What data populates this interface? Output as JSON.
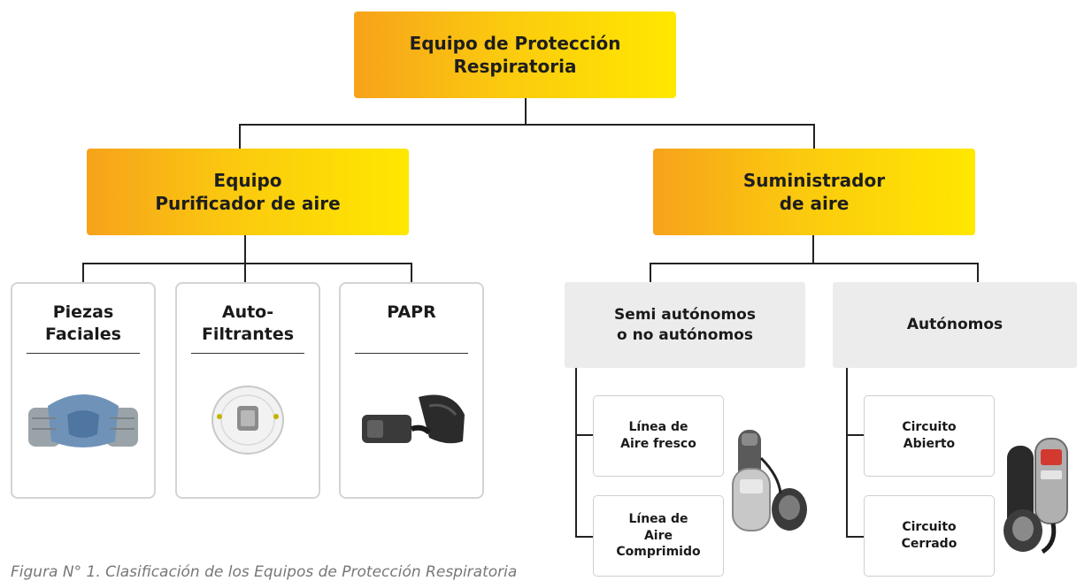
{
  "root": {
    "line1": "Equipo de Protección",
    "line2": "Respiratoria"
  },
  "purifier": {
    "line1": "Equipo",
    "line2": "Purificador de aire"
  },
  "supplier": {
    "line1": "Suministrador",
    "line2": "de aire"
  },
  "purifier_children": [
    {
      "line1": "Piezas",
      "line2": "Faciales",
      "image": "half-face-respirator-icon"
    },
    {
      "line1": "Auto-",
      "line2": "Filtrantes",
      "image": "disposable-mask-icon"
    },
    {
      "line1": "PAPR",
      "line2": "",
      "image": "papr-unit-icon"
    }
  ],
  "supplier_children": [
    {
      "line1": "Semi autónomos",
      "line2": "o no autónomos"
    },
    {
      "line1": "Autónomos",
      "line2": ""
    }
  ],
  "semi_items": [
    {
      "line1": "Línea de",
      "line2": "Aire fresco",
      "line3": ""
    },
    {
      "line1": "Línea de",
      "line2": "Aire",
      "line3": "Comprimido"
    }
  ],
  "auto_items": [
    {
      "line1": "Circuito",
      "line2": "Abierto"
    },
    {
      "line1": "Circuito",
      "line2": "Cerrado"
    }
  ],
  "caption": "Figura N° 1. Clasificación de los Equipos de Protección Respiratoria",
  "colors": {
    "gradient_start": "#f7a21b",
    "gradient_end": "#ffe800",
    "grey_box": "#ececec",
    "connector": "#222222"
  }
}
